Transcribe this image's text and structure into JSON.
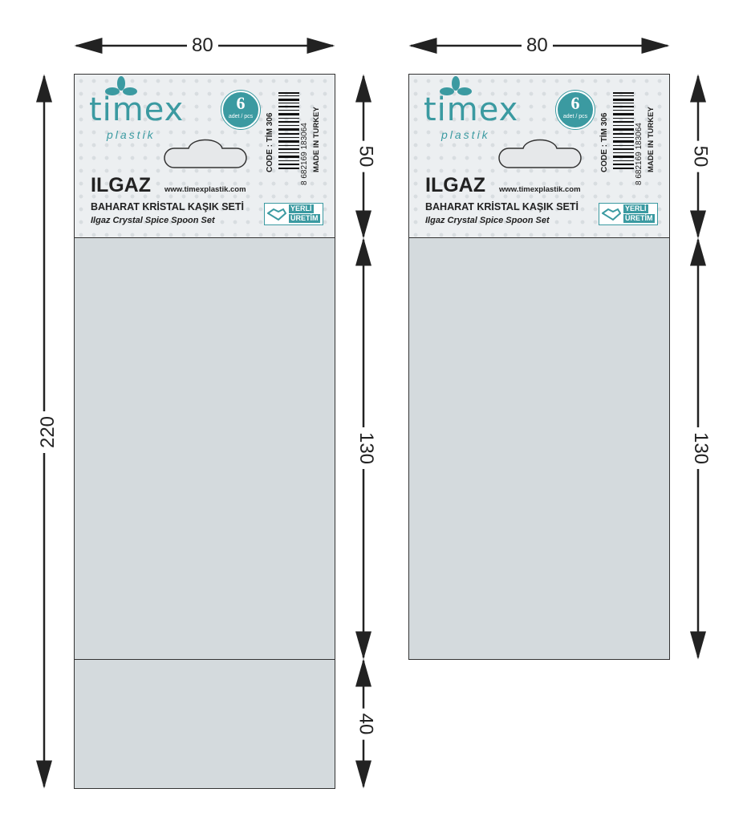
{
  "dimensions": {
    "width": "80",
    "total_height": "220",
    "header_height": "50",
    "body_height": "130",
    "bottom_height": "40"
  },
  "card": {
    "brand": "timex",
    "brand_sub": "plastik",
    "pieces_count": "6",
    "pieces_unit": "adet / pcs",
    "product_name": "ILGAZ",
    "website": "www.timexplastik.com",
    "title_tr": "BAHARAT KRİSTAL KAŞIK SETİ",
    "title_en": "Ilgaz Crystal Spice Spoon Set",
    "code": "CODE : TİM 306",
    "barcode_number": "8 682169 183064",
    "origin": "MADE IN TURKEY",
    "badge_line1": "YERLİ",
    "badge_line2": "ÜRETİM"
  },
  "colors": {
    "brand": "#3b9aa1",
    "panel": "#d4dadd",
    "header_bg": "#eceff1",
    "line": "#333333"
  }
}
